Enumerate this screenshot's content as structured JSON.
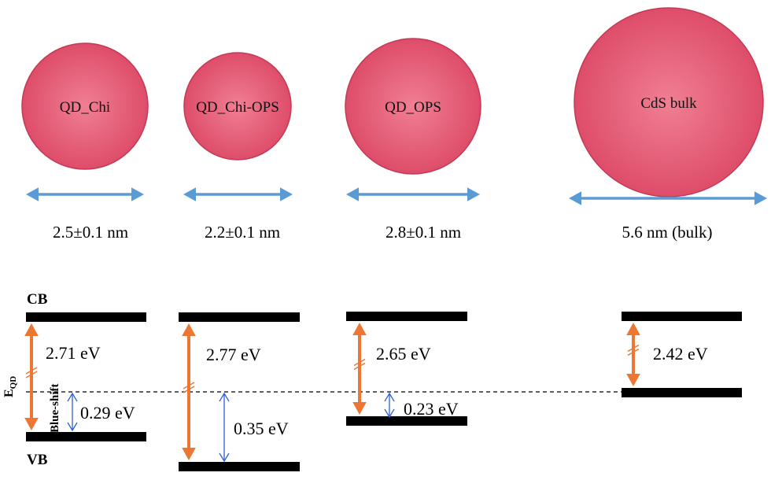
{
  "colors": {
    "sphere_fill": "#e2566f",
    "sphere_edge": "#c43a55",
    "size_arrow": "#5b9bd5",
    "gap_arrow": "#ee7633",
    "shift_arrow": "#2e5fd6",
    "level_bar": "#000000"
  },
  "particles": [
    {
      "label": "QD_Chi",
      "size_text": "2.5±0.1 nm",
      "size_nm": 2.5
    },
    {
      "label": "QD_Chi-OPS",
      "size_text": "2.2±0.1 nm",
      "size_nm": 2.2
    },
    {
      "label": "QD_OPS",
      "size_text": "2.8±0.1 nm",
      "size_nm": 2.8
    },
    {
      "label": "CdS bulk",
      "size_text": "5.6 nm (bulk)",
      "size_nm": 5.6
    }
  ],
  "levels": {
    "cb_label": "CB",
    "vb_label": "VB",
    "eqd_main": "E",
    "eqd_sub": "QD",
    "blue_shift_label": "Blue-shift",
    "gaps": [
      {
        "text": "2.71 eV",
        "value_ev": 2.71,
        "shift_text": "0.29 eV",
        "shift_ev": 0.29
      },
      {
        "text": "2.77 eV",
        "value_ev": 2.77,
        "shift_text": "0.35 eV",
        "shift_ev": 0.35
      },
      {
        "text": "2.65 eV",
        "value_ev": 2.65,
        "shift_text": "0.23 eV",
        "shift_ev": 0.23
      },
      {
        "text": "2.42 eV",
        "value_ev": 2.42,
        "shift_text": "",
        "shift_ev": 0
      }
    ]
  }
}
